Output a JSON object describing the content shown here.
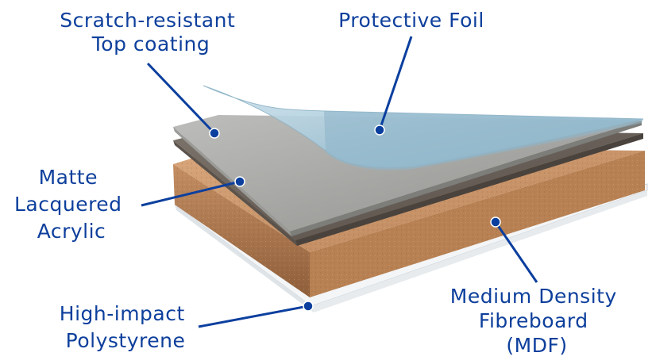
{
  "labels": {
    "top_coating": [
      "Scratch-resistant",
      "Top coating"
    ],
    "protective_foil": [
      "Protective Foil"
    ],
    "acrylic": [
      "Matte",
      "Lacquered",
      "Acrylic"
    ],
    "polystyrene": [
      "High-impact",
      "Polystyrene"
    ],
    "mdf": [
      "Medium Density",
      "Fibreboard",
      "(MDF)"
    ]
  },
  "colors": {
    "label_text": "#0d3f9c",
    "leader_line": "#0b3f9e",
    "protective_foil": "#9fc3d4",
    "top_coating": "#a3a3a1",
    "acrylic": "#6b625b",
    "mdf_top": "#c9946a",
    "mdf_side": "#b07a4e",
    "polystyrene": "#eef1f4"
  }
}
